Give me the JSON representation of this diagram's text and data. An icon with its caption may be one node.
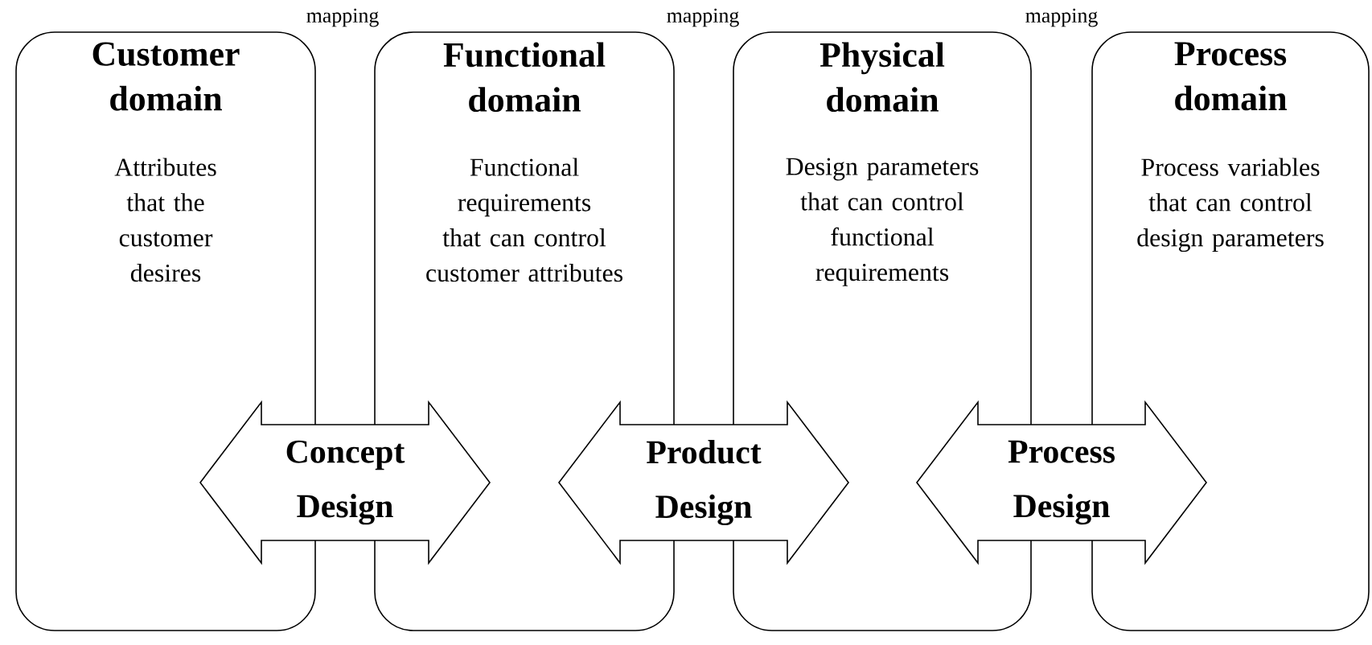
{
  "diagram": {
    "nodes": [
      {
        "text": [
          "Customer domain",
          "Attributes that the customer desires"
        ]
      },
      {
        "text": [
          "Functional domain",
          "Functional requirements that can control customer attributes"
        ]
      },
      {
        "text": [
          "Physical domain",
          "Design parameters that can control functional requirements"
        ]
      },
      {
        "text": [
          "Process domain",
          "Process variables that can control design parameters"
        ]
      }
    ],
    "edges": [
      {
        "from": 0,
        "to": 1,
        "arrow": "both",
        "label": "Concept Design"
      },
      {
        "from": 1,
        "to": 2,
        "arrow": "both",
        "label": "Product Design"
      },
      {
        "from": 2,
        "to": 3,
        "arrow": "both",
        "label": "Process Design"
      }
    ],
    "labels": [
      "mapping",
      "mapping",
      "mapping"
    ]
  }
}
